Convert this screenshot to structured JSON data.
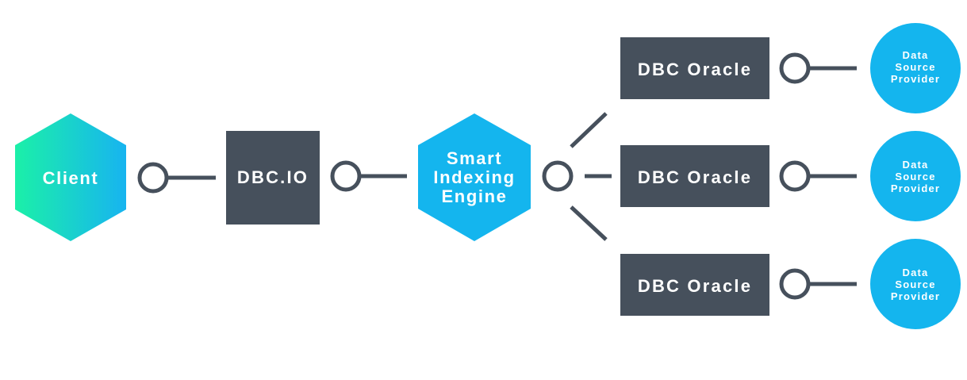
{
  "nodes": {
    "client": {
      "label": "Client"
    },
    "dbc_io": {
      "label": "DBC.IO"
    },
    "engine": {
      "lines": [
        "Smart",
        "Indexing",
        "Engine"
      ]
    },
    "oracles": [
      {
        "label": "DBC Oracle"
      },
      {
        "label": "DBC Oracle"
      },
      {
        "label": "DBC Oracle"
      }
    ],
    "providers": [
      {
        "lines": [
          "Data",
          "Source",
          "Provider"
        ]
      },
      {
        "lines": [
          "Data",
          "Source",
          "Provider"
        ]
      },
      {
        "lines": [
          "Data",
          "Source",
          "Provider"
        ]
      }
    ]
  },
  "colors": {
    "client_gradient_start": "#1BF0A8",
    "client_gradient_end": "#17B4F0",
    "engine_fill": "#14B5EE",
    "box_fill": "#46505C",
    "provider_fill": "#14B5EE",
    "connector": "#46505C"
  }
}
